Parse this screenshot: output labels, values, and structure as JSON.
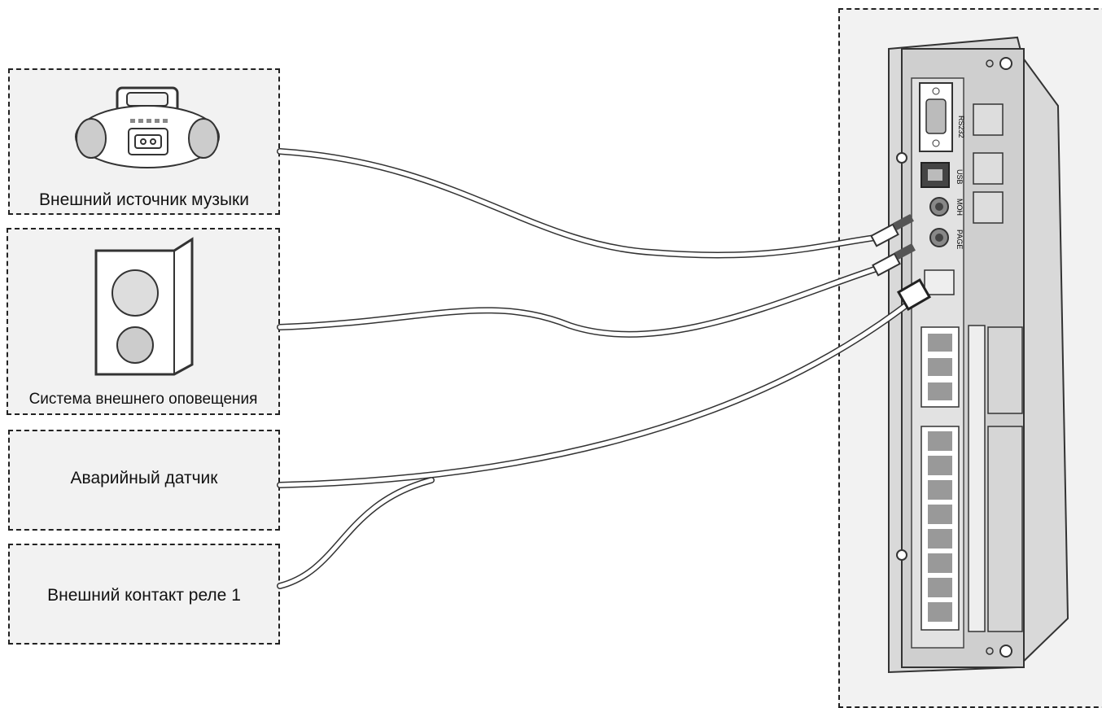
{
  "devices": {
    "music_source": {
      "label": "Внешний источник музыки",
      "icon": "boombox-icon"
    },
    "paging_system": {
      "label": "Система внешнего оповещения",
      "icon": "speaker-icon"
    },
    "alarm_sensor": {
      "label": "Аварийный датчик"
    },
    "relay_contact": {
      "label": "Внешний контакт реле 1"
    }
  },
  "pbx": {
    "icon": "pbx-unit-icon",
    "ports": {
      "rs232": "RS232",
      "usb": "USB",
      "moh": "MOH",
      "page": "PAGE"
    }
  },
  "colors": {
    "box_fill": "#f2f2f2",
    "border": "#222222",
    "cable": "#ffffff",
    "unit": "#d4d4d4"
  }
}
